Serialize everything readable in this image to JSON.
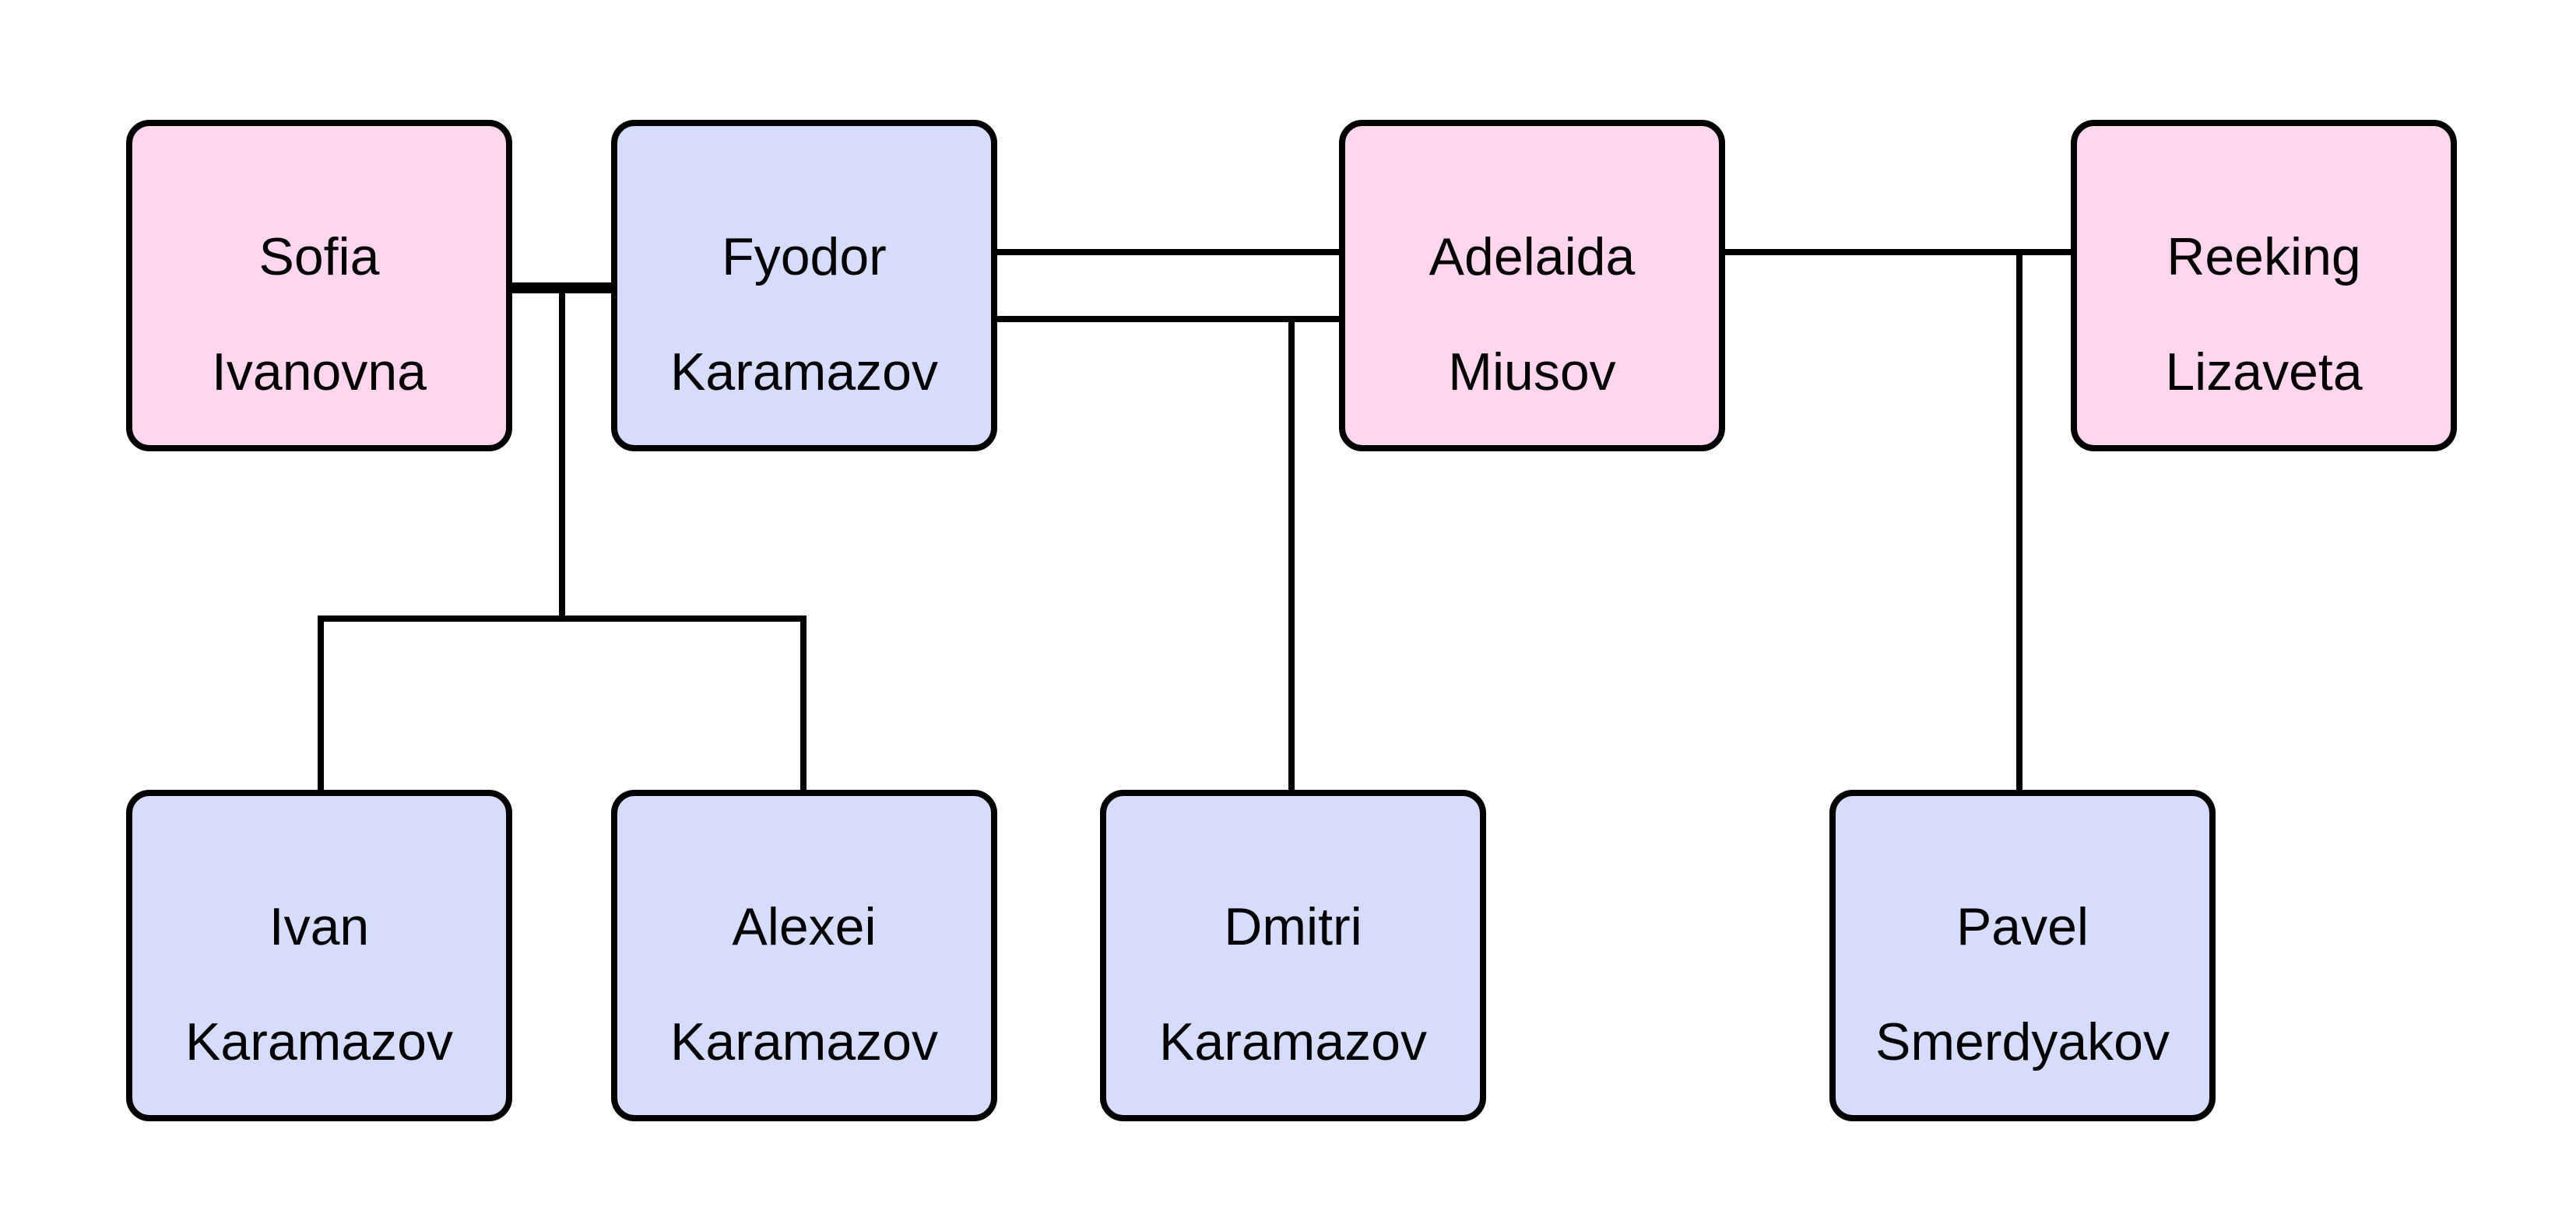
{
  "diagram": {
    "nodes": {
      "sofia": {
        "first": "Sofia",
        "last": "Ivanovna",
        "gender": "female"
      },
      "fyodor": {
        "first": "Fyodor",
        "last": "Karamazov",
        "gender": "male"
      },
      "adelaida": {
        "first": "Adelaida",
        "last": "Miusov",
        "gender": "female"
      },
      "lizaveta": {
        "first": "Reeking",
        "last": "Lizaveta",
        "gender": "female"
      },
      "ivan": {
        "first": "Ivan",
        "last": "Karamazov",
        "gender": "male"
      },
      "alexei": {
        "first": "Alexei",
        "last": "Karamazov",
        "gender": "male"
      },
      "dmitri": {
        "first": "Dmitri",
        "last": "Karamazov",
        "gender": "male"
      },
      "pavel": {
        "first": "Pavel",
        "last": "Smerdyakov",
        "gender": "male"
      }
    },
    "unions": [
      {
        "partners": [
          "sofia",
          "fyodor"
        ],
        "children": [
          "ivan",
          "alexei"
        ]
      },
      {
        "partners": [
          "fyodor",
          "adelaida"
        ],
        "children": [
          "dmitri"
        ]
      },
      {
        "partners": [
          "adelaida",
          "lizaveta"
        ],
        "children": [
          "pavel"
        ]
      }
    ],
    "colors": {
      "female_fill": "#ffd6ee",
      "male_fill": "#d6dcfc",
      "line": "#000000"
    }
  }
}
